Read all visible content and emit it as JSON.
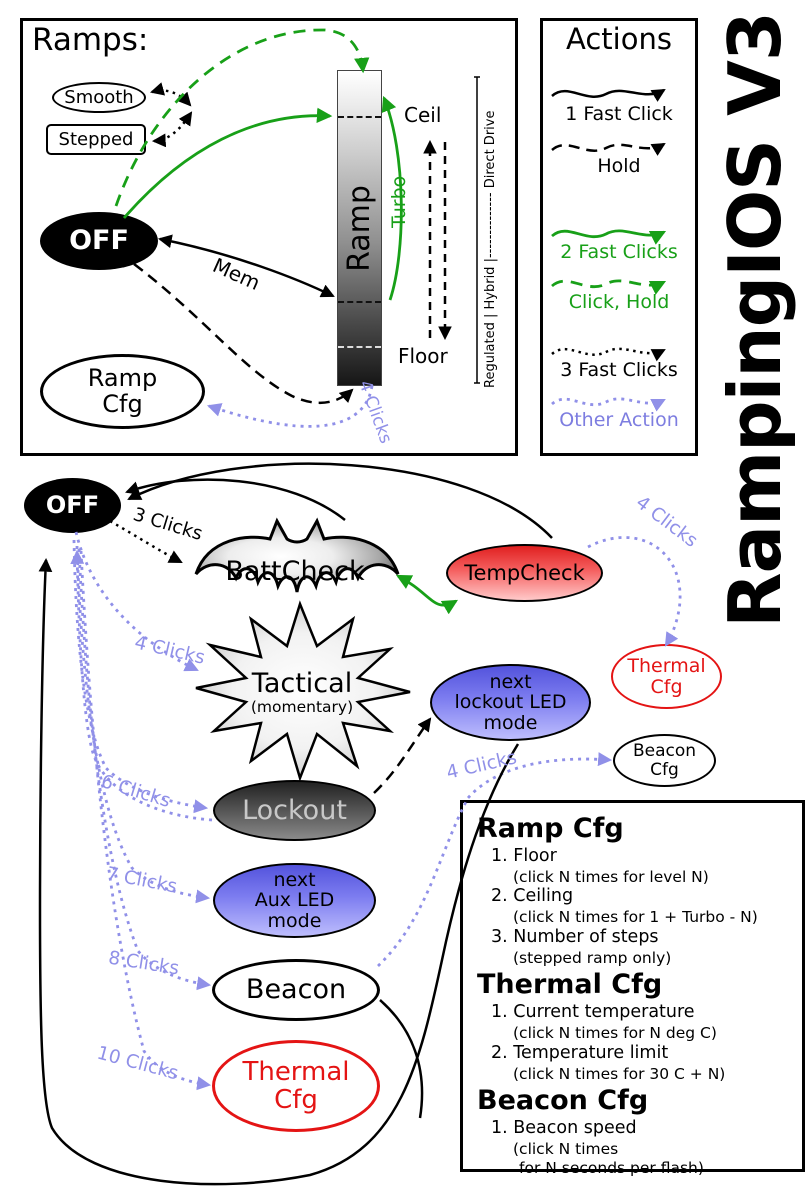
{
  "title": "RampingIOS V3",
  "colors": {
    "green": "#18a018",
    "blue": "#9090e8",
    "red": "#e41414",
    "black": "#000000"
  },
  "ramps_legend": {
    "title": "Ramps:",
    "smooth": "Smooth",
    "stepped": "Stepped",
    "off": "OFF",
    "ramp_bar": "Ramp",
    "ceil": "Ceil",
    "floor": "Floor",
    "turbo": "Turbo",
    "mem": "Mem",
    "four_clicks": "4 Clicks",
    "ramp_cfg_line1": "Ramp",
    "ramp_cfg_line2": "Cfg",
    "drive_scale": "Regulated | Hybrid |-------------- Direct Drive"
  },
  "actions_legend": {
    "title": "Actions",
    "items": [
      {
        "label": "1 Fast Click",
        "style": "solid-black"
      },
      {
        "label": "Hold",
        "style": "dashed-black"
      },
      {
        "label": "2 Fast Clicks",
        "style": "solid-green"
      },
      {
        "label": "Click, Hold",
        "style": "dashed-green"
      },
      {
        "label": "3 Fast Clicks",
        "style": "dotted-black"
      },
      {
        "label": "Other Action",
        "style": "dotted-blue"
      }
    ]
  },
  "diagram": {
    "off": "OFF",
    "battcheck": "BattCheck",
    "tempcheck": "TempCheck",
    "thermal_cfg_right": {
      "line1": "Thermal",
      "line2": "Cfg"
    },
    "tactical": {
      "line1": "Tactical",
      "line2": "(momentary)"
    },
    "next_lockout_led": {
      "line1": "next",
      "line2": "lockout LED",
      "line3": "mode"
    },
    "beacon_cfg_node": {
      "line1": "Beacon",
      "line2": "Cfg"
    },
    "lockout": "Lockout",
    "next_aux_led": {
      "line1": "next",
      "line2": "Aux LED",
      "line3": "mode"
    },
    "beacon": "Beacon",
    "thermal_cfg_bottom": {
      "line1": "Thermal",
      "line2": "Cfg"
    },
    "labels": {
      "clicks3": "3 Clicks",
      "clicks4_tactical": "4 Clicks",
      "clicks4_thermal": "4 Clicks",
      "clicks4_beacon": "4 Clicks",
      "clicks6": "6 Clicks",
      "clicks7": "7 Clicks",
      "clicks8": "8 Clicks",
      "clicks10": "10 Clicks"
    }
  },
  "config_reference": {
    "ramp": {
      "title": "Ramp Cfg",
      "items": [
        {
          "num": "1.",
          "text": "Floor",
          "sub": "(click N times for level N)"
        },
        {
          "num": "2.",
          "text": "Ceiling",
          "sub": "(click N times for 1 + Turbo - N)"
        },
        {
          "num": "3.",
          "text": "Number of steps",
          "sub": "(stepped ramp only)"
        }
      ]
    },
    "thermal": {
      "title": "Thermal Cfg",
      "items": [
        {
          "num": "1.",
          "text": "Current temperature",
          "sub": "(click N times for N deg C)"
        },
        {
          "num": "2.",
          "text": "Temperature limit",
          "sub": "(click N times for 30 C + N)"
        }
      ]
    },
    "beacon": {
      "title": "Beacon Cfg",
      "items": [
        {
          "num": "1.",
          "text": "Beacon speed",
          "sub": "(click N times",
          "sub2": "for N seconds per flash)"
        }
      ]
    }
  }
}
